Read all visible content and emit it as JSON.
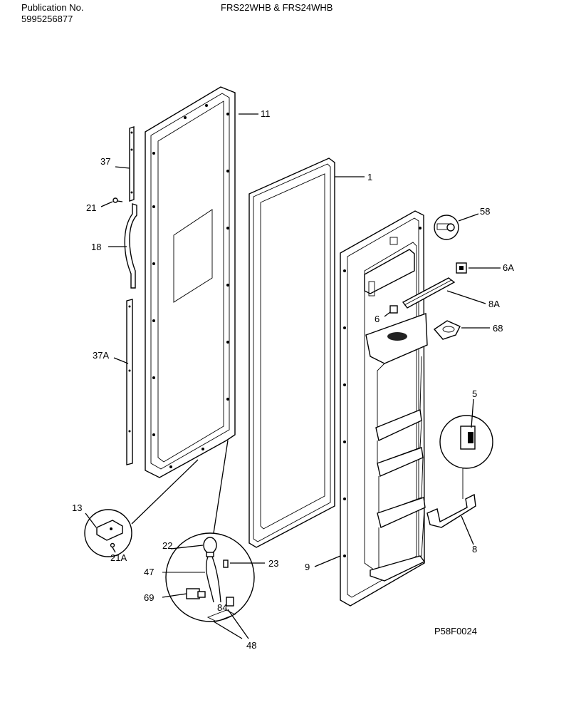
{
  "header": {
    "publication_label": "Publication No.",
    "publication_number": "5995256877",
    "models": "FRS22WHB & FRS24WHB"
  },
  "callouts": {
    "p11": "11",
    "p1": "1",
    "p37": "37",
    "p21": "21",
    "p18": "18",
    "p37A": "37A",
    "p58": "58",
    "p6A": "6A",
    "p8A": "8A",
    "p6": "6",
    "p68": "68",
    "p5": "5",
    "p8": "8",
    "p13": "13",
    "p21A": "21A",
    "p22": "22",
    "p23": "23",
    "p47": "47",
    "p69": "69",
    "p84": "84",
    "p48": "48",
    "p9": "9"
  },
  "figure_id": "P58F0024"
}
